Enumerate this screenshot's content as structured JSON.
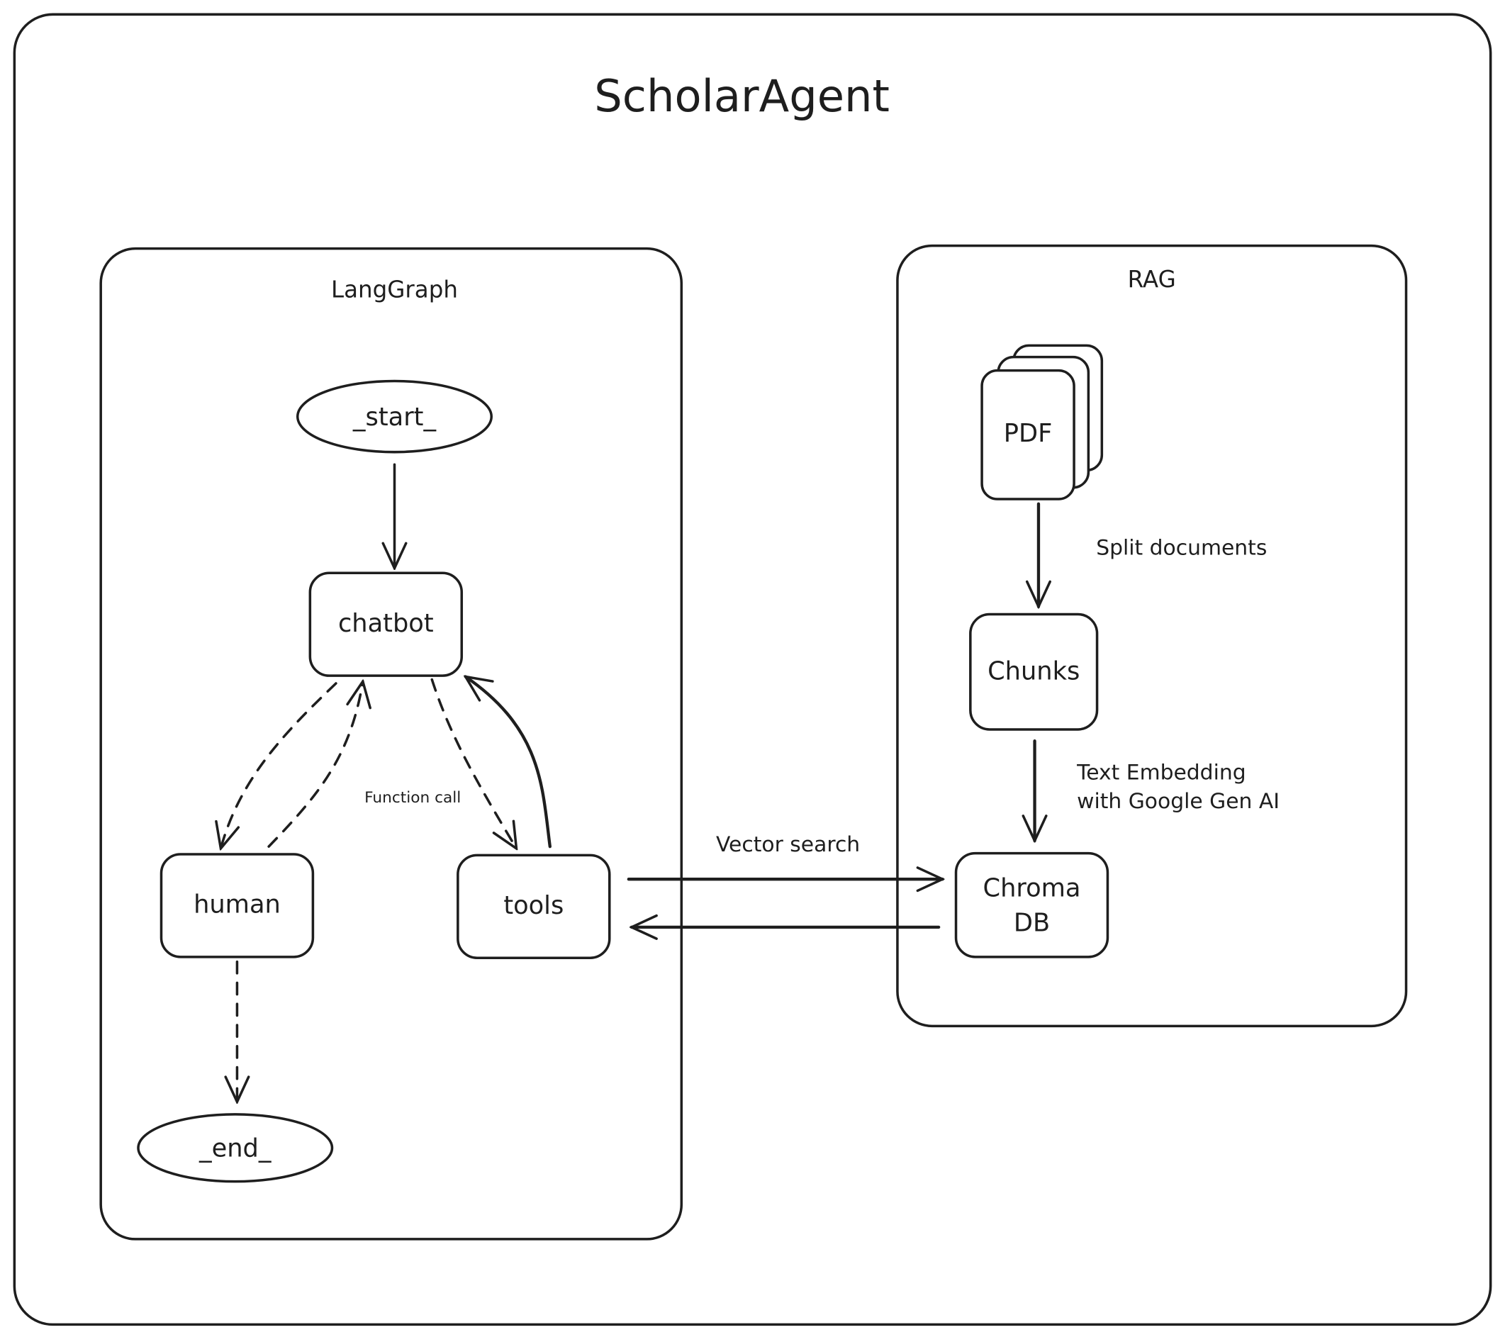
{
  "title": "ScholarAgent",
  "groups": {
    "langgraph": {
      "label": "LangGraph"
    },
    "rag": {
      "label": "RAG"
    }
  },
  "nodes": {
    "start": "_start_",
    "chatbot": "chatbot",
    "human": "human",
    "tools": "tools",
    "end": "_end_",
    "pdf": "PDF",
    "chunks": "Chunks",
    "chroma_line1": "Chroma",
    "chroma_line2": "DB"
  },
  "edges": {
    "function_call": "Function call",
    "vector_search": "Vector search",
    "split_documents": "Split documents",
    "text_embedding_line1": "Text Embedding",
    "text_embedding_line2": "with Google Gen AI"
  },
  "colors": {
    "stroke": "#1e1e1e",
    "background": "#ffffff"
  }
}
